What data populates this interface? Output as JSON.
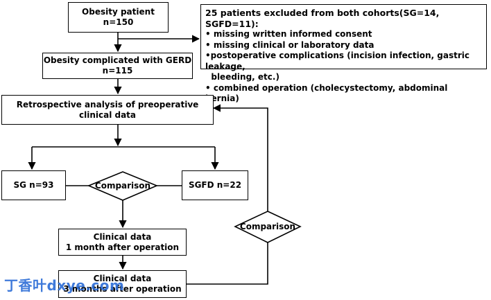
{
  "nodes": {
    "obesity": {
      "line1": "Obesity patient",
      "line2": "n=150"
    },
    "gerd": {
      "line1": "Obesity complicated with GERD",
      "line2": "n=115"
    },
    "retro": {
      "line1": "Retrospective analysis of preoperative",
      "line2": "clinical data"
    },
    "sg": {
      "label": "SG n=93"
    },
    "sgfd": {
      "label": "SGFD n=22"
    },
    "comparison1": {
      "label": "Comparison"
    },
    "comparison2": {
      "label": "Comparison"
    },
    "month1": {
      "line1": "Clinical data",
      "line2": "1 month after operation"
    },
    "month3": {
      "line1": "Clinical data",
      "line2": "3 months after operation"
    }
  },
  "exclusion": {
    "title": "25 patients excluded from both cohorts(SG=14, SGFD=11):",
    "items": [
      "• missing written informed consent",
      "• missing clinical or laboratory data",
      "•postoperative complications (incision infection, gastric leakage,",
      "  bleeding, etc.)",
      "• combined operation (cholecystectomy, abdominal hernia)"
    ]
  },
  "watermark": {
    "text_cn": "丁香叶",
    "text_en": "dxye.com"
  },
  "colors": {
    "line": "#000000",
    "watermark": "#2b6cd6"
  }
}
